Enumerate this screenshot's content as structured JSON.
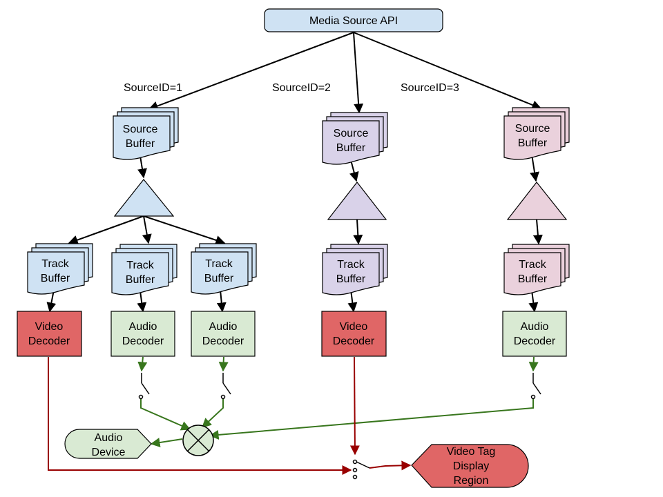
{
  "title": "Media Source API",
  "source_labels": [
    "SourceID=1",
    "SourceID=2",
    "SourceID=3"
  ],
  "source_buffer": [
    "Source",
    "Buffer"
  ],
  "track_buffer": [
    "Track",
    "Buffer"
  ],
  "video_decoder": [
    "Video",
    "Decoder"
  ],
  "audio_decoder": [
    "Audio",
    "Decoder"
  ],
  "audio_device": [
    "Audio",
    "Device"
  ],
  "video_tag": [
    "Video Tag",
    "Display",
    "Region"
  ],
  "colors": {
    "blue": "#cfe2f3",
    "purple": "#d9d2e9",
    "pink": "#ead1dc",
    "red": "#e06666",
    "green": "#d9ead3",
    "green_line": "#38761d",
    "red_line": "#990000"
  }
}
